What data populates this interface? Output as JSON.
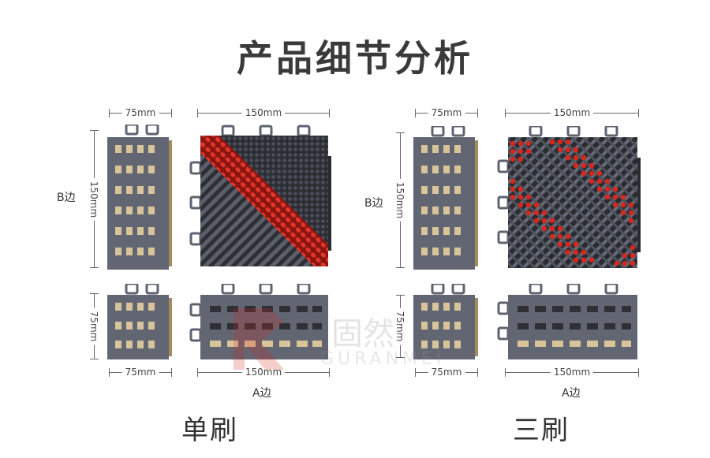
{
  "title": "产品细节分析",
  "labels": {
    "w75": "75mm",
    "w150": "150mm",
    "h150": "150mm",
    "h75": "75mm",
    "b_side": "B边",
    "a_side": "A边"
  },
  "captions": {
    "left": "单刷",
    "right": "三刷"
  },
  "watermark": {
    "cn": "固然",
    "en": "GURANMEI"
  },
  "colors": {
    "tile": "#5e6370",
    "tile_dark": "#3a3c44",
    "brush": "#d9261c",
    "slot": "#d8c49a"
  }
}
